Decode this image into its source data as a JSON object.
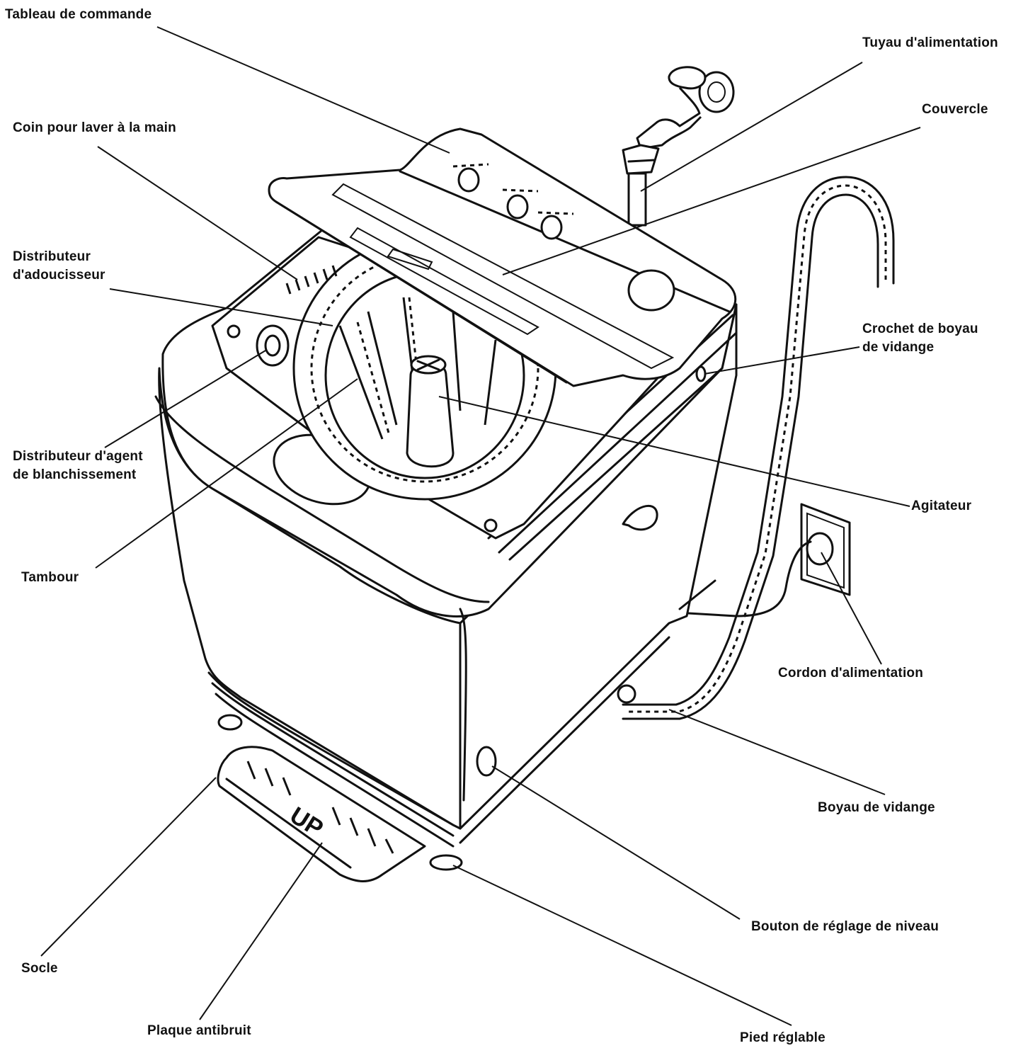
{
  "labels": {
    "control_panel": "Tableau de commande",
    "supply_hose": "Tuyau d'alimentation",
    "lid": "Couvercle",
    "hand_wash_corner": "Coin pour laver à la main",
    "softener_dispenser_line1": "Distributeur",
    "softener_dispenser_line2": "d'adoucisseur",
    "drain_hose_hook_line1": "Crochet de boyau",
    "drain_hose_hook_line2": "de vidange",
    "bleach_dispenser_line1": "Distributeur d'agent",
    "bleach_dispenser_line2": "de blanchissement",
    "agitator": "Agitateur",
    "drum": "Tambour",
    "power_cord": "Cordon d'alimentation",
    "drain_hose": "Boyau de vidange",
    "level_button": "Bouton de réglage de niveau",
    "base": "Socle",
    "noise_plate": "Plaque antibruit",
    "adjustable_foot": "Pied réglable"
  },
  "noise_plate_logo": "UP"
}
